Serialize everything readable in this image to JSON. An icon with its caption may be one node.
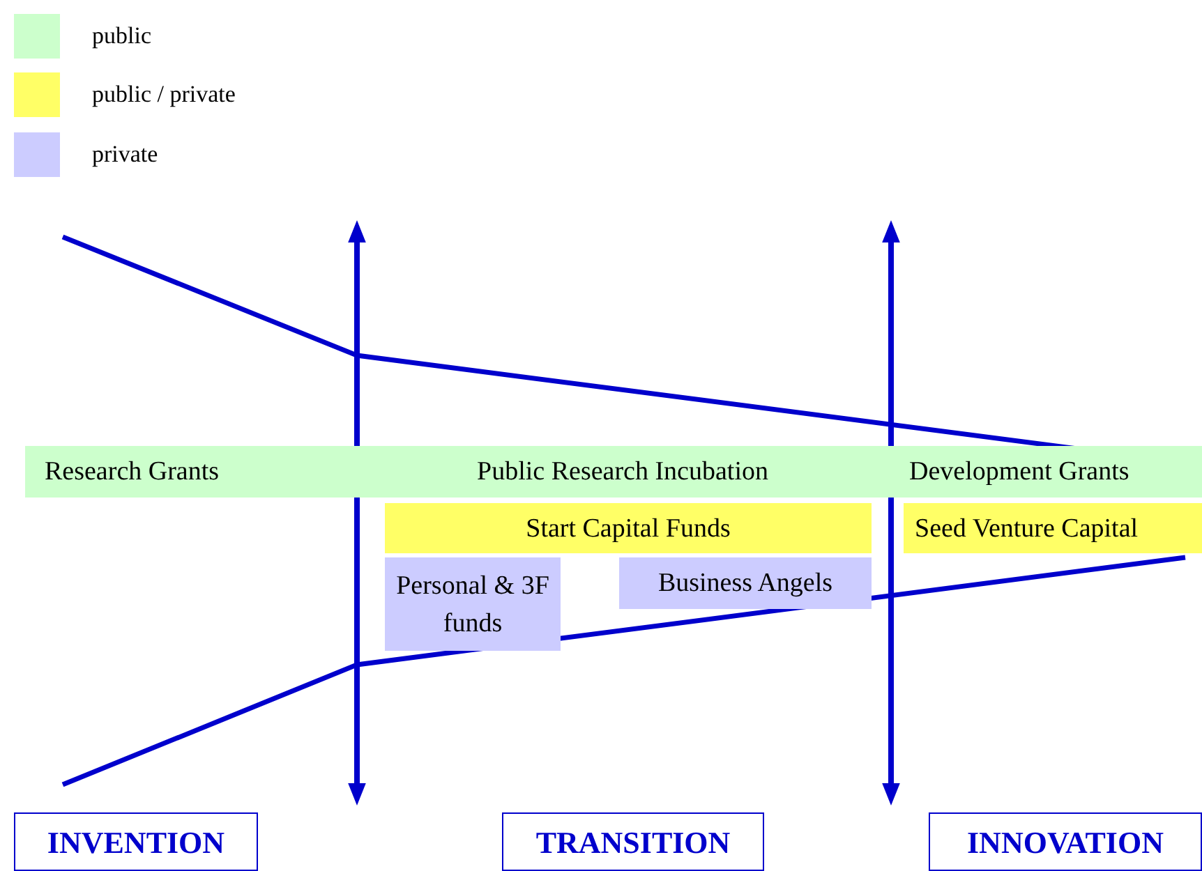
{
  "diagram": {
    "nodes": [
      {
        "text": [
          "Research Grants"
        ]
      },
      {
        "text": [
          "Public Research Incubation"
        ]
      },
      {
        "text": [
          "Development Grants"
        ]
      },
      {
        "text": [
          "Start Capital Funds"
        ]
      },
      {
        "text": [
          "Seed Venture Capital"
        ]
      },
      {
        "text": [
          "Personal & 3F funds"
        ]
      },
      {
        "text": [
          "Business Angels"
        ]
      },
      {
        "text": [
          "INVENTION"
        ]
      },
      {
        "text": [
          "TRANSITION"
        ]
      },
      {
        "text": [
          "INNOVATION"
        ]
      }
    ],
    "legend": [
      {
        "text": "public",
        "color": "#ccffcc"
      },
      {
        "text": "public / private",
        "color": "#ffff66"
      },
      {
        "text": "private",
        "color": "#ccccff"
      }
    ]
  }
}
